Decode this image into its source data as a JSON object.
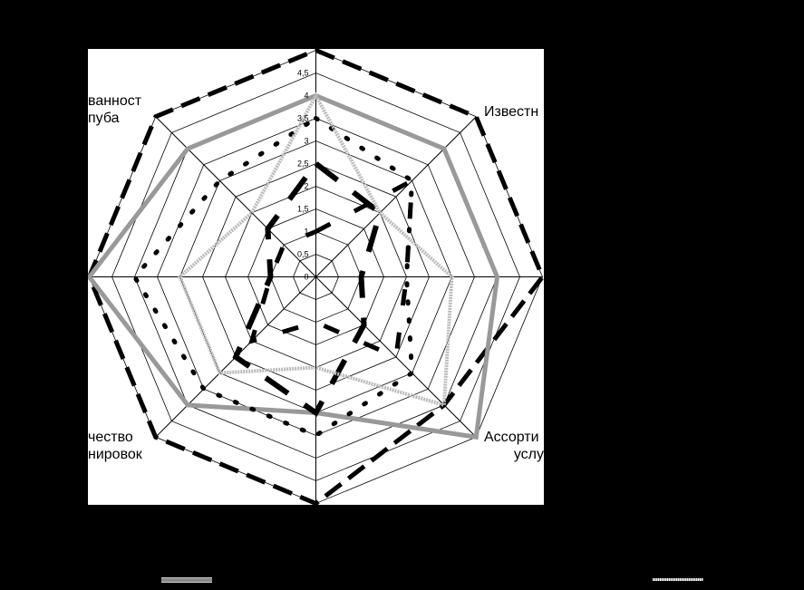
{
  "chart_data": {
    "type": "radar",
    "axes": [
      "",
      "Известн",
      "",
      "Ассорти\nуслу",
      "",
      "чество\nнировок",
      "",
      "ванност\nпуба"
    ],
    "ticks": [
      "0",
      "0,5",
      "1",
      "1,5",
      "2",
      "2,5",
      "3",
      "3,5",
      "4",
      "4,5"
    ],
    "rlim": [
      0,
      5
    ],
    "grid": true,
    "series": [
      {
        "style": "dashed-black",
        "values": [
          5,
          5,
          5,
          4,
          5,
          5,
          5,
          5
        ]
      },
      {
        "style": "solid-gray",
        "values": [
          4,
          4,
          4,
          5,
          3,
          4,
          5,
          4
        ]
      },
      {
        "style": "dotted-black",
        "values": [
          3.5,
          3,
          2,
          3,
          3.5,
          3.5,
          4,
          3
        ]
      },
      {
        "style": "thick-black",
        "values": [
          2.5,
          2,
          1,
          1.5,
          3,
          2.5,
          1,
          1.5
        ]
      },
      {
        "style": "light-gray",
        "values": [
          4,
          2,
          3,
          4,
          2,
          3,
          3,
          2
        ]
      },
      {
        "style": "black-dash",
        "values": [
          1,
          3,
          2,
          2.5,
          1,
          2,
          1,
          1
        ]
      }
    ]
  }
}
